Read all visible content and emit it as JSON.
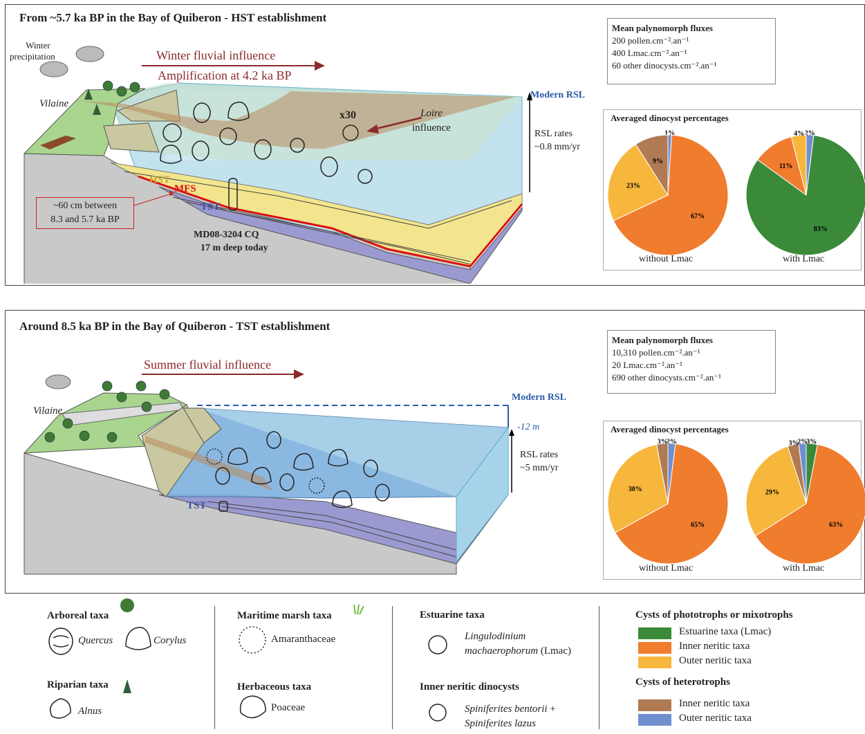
{
  "panel1": {
    "title": "From ~5.7 ka BP  in the Bay of Quiberon - HST establishment",
    "labels": {
      "winter_precip": "Winter\nprecipitation",
      "winter_precip_l1": "Winter",
      "winter_precip_l2": "precipitation",
      "vilaine": "Vilaine",
      "winter_fluvial": "Winter fluvial influence",
      "amplification": "Amplification at 4.2 ka BP",
      "loire_l1": "Loire",
      "loire_l2": "influence",
      "x30": "x30",
      "modern_rsl": "Modern RSL",
      "rsl_rates_l1": "RSL rates",
      "rsl_rates_l2": "~0.8 mm/yr",
      "hst": "HST",
      "mfs": "MFS",
      "tst": "TST",
      "box_l1": "~60 cm between",
      "box_l2": "8.3 and 5.7 ka BP",
      "core_l1": "MD08-3204 CQ",
      "core_l2": "17 m deep today"
    },
    "flux": {
      "title": "Mean palynomorph fluxes",
      "lines": [
        "200 pollen.cm⁻².an⁻¹",
        "400 Lmac.cm⁻².an⁻¹",
        "60 other dinocysts.cm⁻².an⁻¹"
      ]
    },
    "pies_title": "Averaged dinocyst percentages",
    "pie_without": {
      "caption": "without Lmac",
      "slices": [
        {
          "cat": "outer_neritic_hetero",
          "value": 1,
          "label": "1%"
        },
        {
          "cat": "inner_neritic",
          "value": 67,
          "label": "67%"
        },
        {
          "cat": "outer_neritic",
          "value": 23,
          "label": "23%"
        },
        {
          "cat": "inner_neritic_hetero",
          "value": 9,
          "label": "9%"
        }
      ]
    },
    "pie_with": {
      "caption": "with Lmac",
      "slices": [
        {
          "cat": "outer_neritic_hetero",
          "value": 2,
          "label": "2%"
        },
        {
          "cat": "estuarine",
          "value": 83,
          "label": "83%"
        },
        {
          "cat": "inner_neritic",
          "value": 11,
          "label": "11%"
        },
        {
          "cat": "outer_neritic",
          "value": 4,
          "label": "4%"
        },
        {
          "cat": "inner_neritic_hetero",
          "value": 0,
          "label": ""
        }
      ]
    }
  },
  "panel2": {
    "title": "Around 8.5 ka BP in the Bay of Quiberon - TST establishment",
    "labels": {
      "vilaine": "Vilaine",
      "summer_fluvial": "Summer fluvial influence",
      "modern_rsl": "Modern RSL",
      "minus12": "-12 m",
      "rsl_rates_l1": "RSL rates",
      "rsl_rates_l2": "~5 mm/yr",
      "tst": "TST"
    },
    "flux": {
      "title": "Mean palynomorph fluxes",
      "lines": [
        "10,310 pollen.cm⁻².an⁻¹",
        "20 Lmac.cm⁻².an⁻¹",
        "690 other dinocysts.cm⁻².an⁻¹"
      ]
    },
    "pies_title": "Averaged dinocyst percentages",
    "pie_without": {
      "caption": "without Lmac",
      "slices": [
        {
          "cat": "outer_neritic_hetero",
          "value": 2,
          "label": "2%"
        },
        {
          "cat": "inner_neritic",
          "value": 65,
          "label": "65%"
        },
        {
          "cat": "outer_neritic",
          "value": 30,
          "label": "30%"
        },
        {
          "cat": "inner_neritic_hetero",
          "value": 3,
          "label": "3%"
        }
      ]
    },
    "pie_with": {
      "caption": "with Lmac",
      "slices": [
        {
          "cat": "estuarine",
          "value": 3,
          "label": "3%"
        },
        {
          "cat": "inner_neritic",
          "value": 63,
          "label": "63%"
        },
        {
          "cat": "outer_neritic",
          "value": 29,
          "label": "29%"
        },
        {
          "cat": "inner_neritic_hetero",
          "value": 3,
          "label": "3%"
        },
        {
          "cat": "outer_neritic_hetero",
          "value": 2,
          "label": "2%"
        }
      ]
    }
  },
  "legend": {
    "arboreal": "Arboreal taxa",
    "quercus": "Quercus",
    "corylus": "Corylus",
    "riparian": "Riparian taxa",
    "alnus": "Alnus",
    "marsh": "Maritime marsh taxa",
    "amaranthaceae": "Amaranthaceae",
    "herbaceous": "Herbaceous taxa",
    "poaceae": "Poaceae",
    "estuarine": "Estuarine taxa",
    "lingulo_l1": "Lingulodinium",
    "lingulo_l2a": "machaerophorum",
    "lingulo_l2b": " (Lmac)",
    "inner_dino": "Inner neritic dinocysts",
    "spinif_l1a": "Spiniferites bentorii",
    "spinif_l1b": " +",
    "spinif_l2": "Spiniferites lazus",
    "cysts_photo": "Cysts of phototrophs or mixotrophs",
    "cysts_hetero": "Cysts of heterotrophs",
    "items": {
      "estuarine": "Estuarine taxa (Lmac)",
      "inner_neritic": "Inner neritic taxa",
      "outer_neritic": "Outer neritic taxa",
      "inner_neritic_hetero": "Inner neritic taxa",
      "outer_neritic_hetero": "Outer neritic taxa"
    }
  },
  "colors": {
    "estuarine": "#3b8a3a",
    "inner_neritic": "#f07c2e",
    "outer_neritic": "#f6b73c",
    "inner_neritic_hetero": "#b07a52",
    "outer_neritic_hetero": "#6f8fcf",
    "arrow": "#8b2a2a",
    "rsl": "#2a5aa8"
  }
}
